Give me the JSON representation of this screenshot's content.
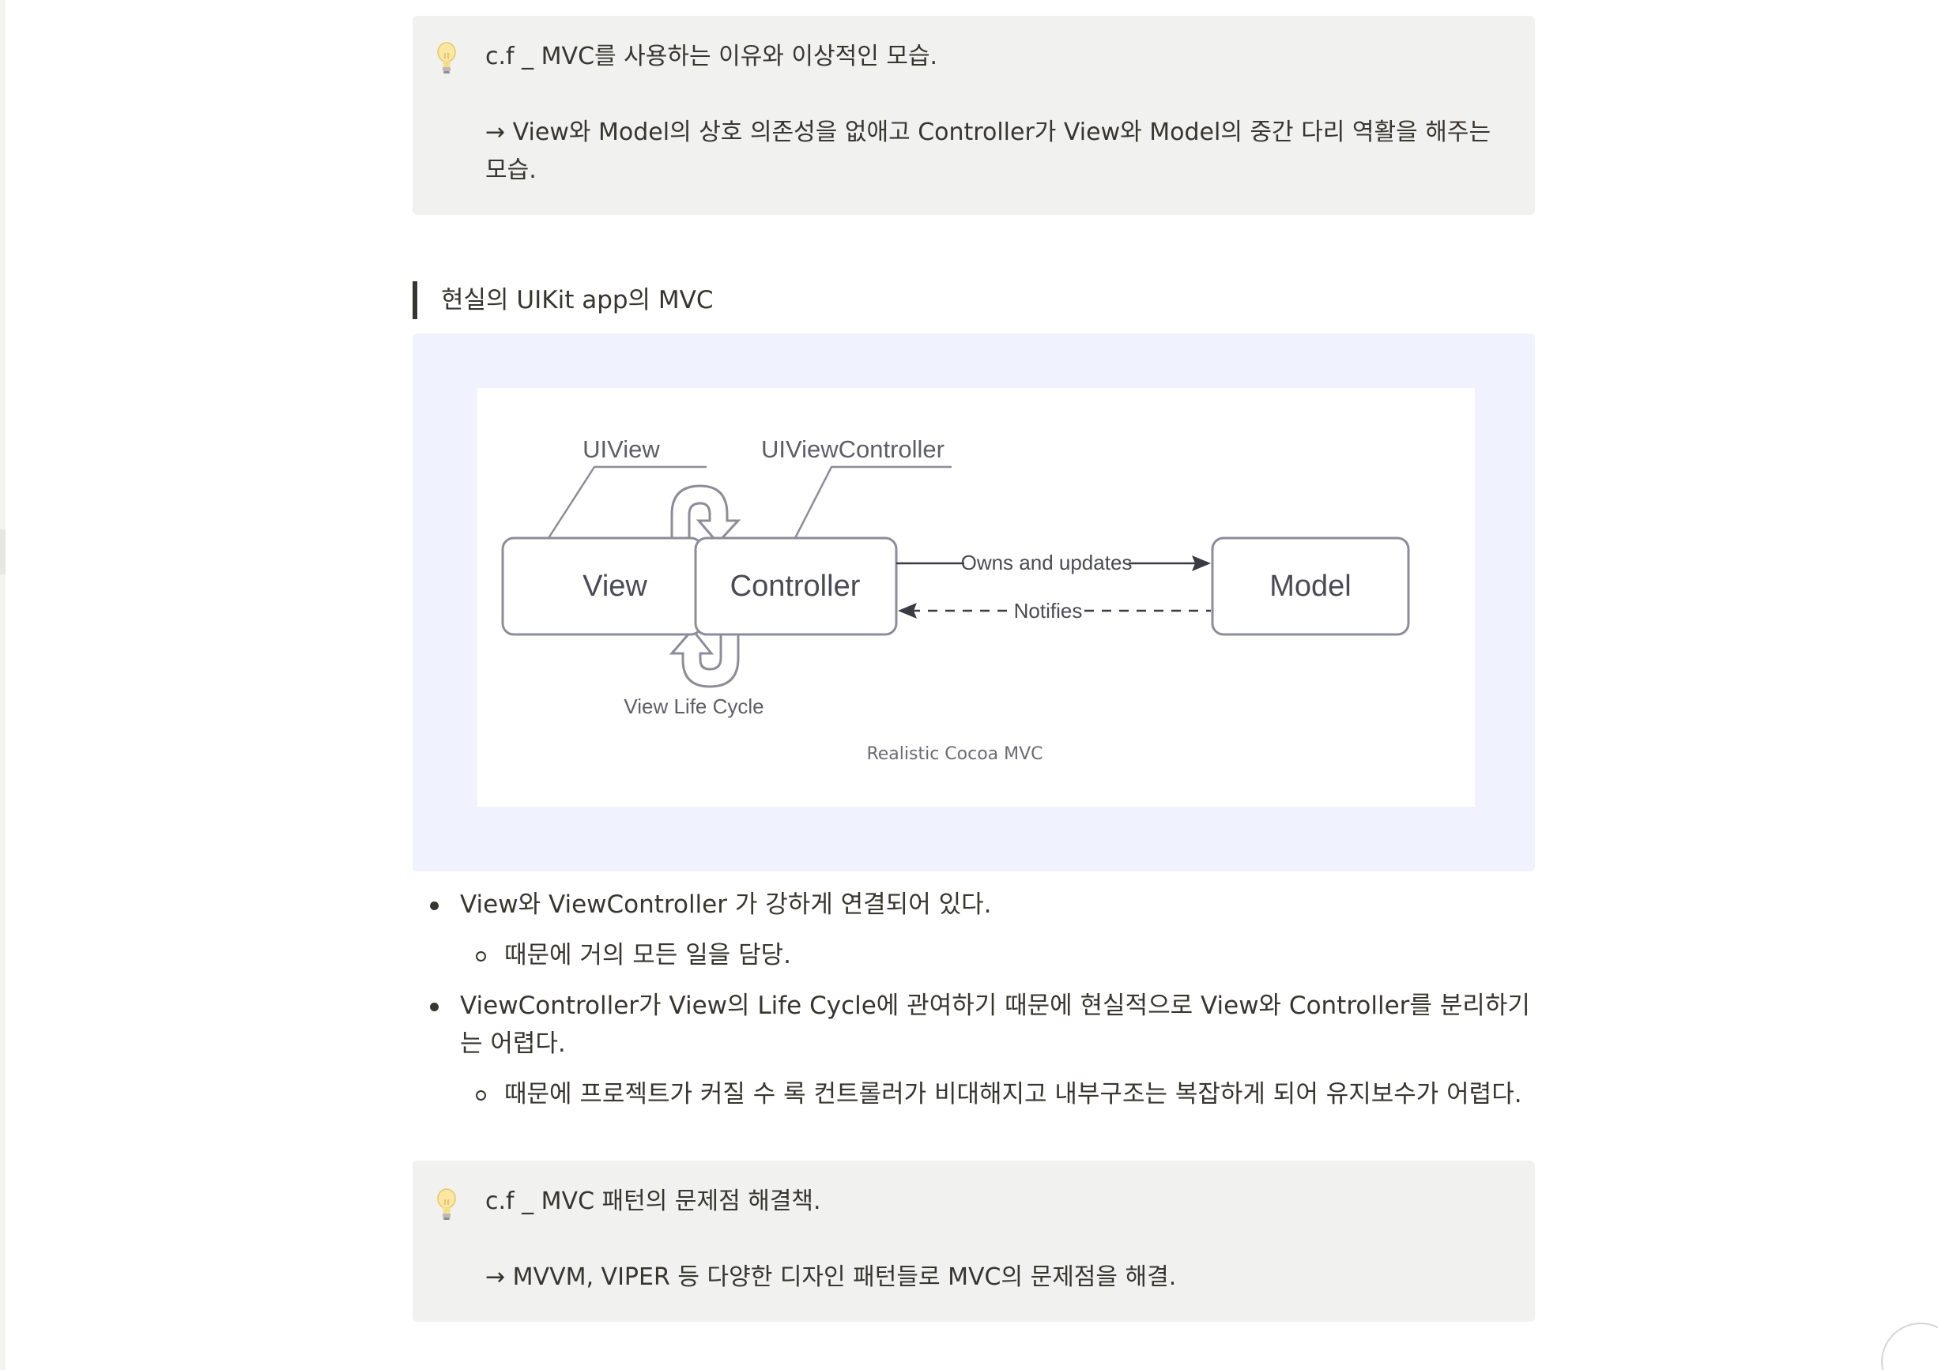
{
  "callout1": {
    "icon": "lightbulb-icon",
    "title": "c.f _ MVC를 사용하는 이유와 이상적인 모습.",
    "body": "→ View와 Model의 상호 의존성을 없애고 Controller가 View와 Model의 중간 다리 역활을 해주는 모습."
  },
  "quote": {
    "text": "현실의 UIKit app의 MVC"
  },
  "diagram": {
    "label_uiview": "UIView",
    "label_uiviewcontroller": "UIViewController",
    "box_view": "View",
    "box_controller": "Controller",
    "box_model": "Model",
    "arrow_owns": "Owns and updates",
    "arrow_notifies": "Notifies",
    "label_lifecycle": "View Life Cycle",
    "caption": "Realistic Cocoa MVC"
  },
  "list": {
    "item1": "View와 ViewController 가 강하게 연결되어 있다.",
    "item1_sub1": "때문에 거의 모든 일을 담당.",
    "item2": "ViewController가 View의 Life Cycle에 관여하기 때문에 현실적으로 View와 Controller를 분리하기는 어렵다.",
    "item2_sub1": "때문에 프로젝트가 커질 수 록 컨트롤러가 비대해지고 내부구조는 복잡하게 되어 유지보수가 어렵다."
  },
  "callout2": {
    "icon": "lightbulb-icon",
    "title": "c.f _ MVC 패턴의 문제점 해결책.",
    "body": "→ MVVM, VIPER 등 다양한 디자인 패턴들로 MVC의 문제점을 해결."
  },
  "colors": {
    "text": "#37352f",
    "callout_bg": "#f1f1ef",
    "image_bg": "#f0f3fd"
  }
}
